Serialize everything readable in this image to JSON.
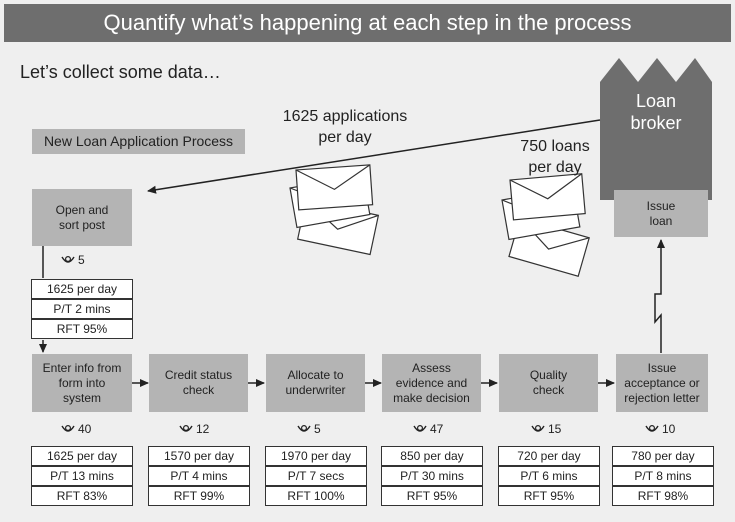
{
  "title": "Quantify what’s happening at each step in the process",
  "subtitle": "Let’s collect some data…",
  "process_label": "New Loan Application Process",
  "broker": "Loan\nbroker",
  "notes": {
    "applications": "1625 applications\nper day",
    "loans": "750 loans\nper day"
  },
  "top_steps": [
    {
      "label": "Open and\nsort post",
      "operators": "5",
      "stats": [
        "1625 per day",
        "P/T 2 mins",
        "RFT 95%"
      ]
    },
    {
      "label": "Issue\nloan"
    }
  ],
  "steps": [
    {
      "label": "Enter info from\nform into\nsystem",
      "operators": "40",
      "stats": [
        "1625 per day",
        "P/T 13 mins",
        "RFT 83%"
      ]
    },
    {
      "label": "Credit status\ncheck",
      "operators": "12",
      "stats": [
        "1570 per day",
        "P/T 4 mins",
        "RFT 99%"
      ]
    },
    {
      "label": "Allocate to\nunderwriter",
      "operators": "5",
      "stats": [
        "1970 per day",
        "P/T 7 secs",
        "RFT 100%"
      ]
    },
    {
      "label": "Assess\nevidence and\nmake decision",
      "operators": "47",
      "stats": [
        "850 per day",
        "P/T 30 mins",
        "RFT 95%"
      ]
    },
    {
      "label": "Quality\ncheck",
      "operators": "15",
      "stats": [
        "720 per day",
        "P/T 6 mins",
        "RFT 95%"
      ]
    },
    {
      "label": "Issue\nacceptance or\nrejection letter",
      "operators": "10",
      "stats": [
        "780 per day",
        "P/T 8 mins",
        "RFT 98%"
      ]
    }
  ],
  "icons": {
    "operator": "operator-icon",
    "mail": "envelope-icon",
    "factory": "factory-icon"
  }
}
